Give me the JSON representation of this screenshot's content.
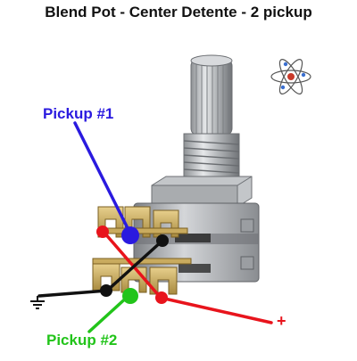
{
  "title": "Blend Pot - Center Detente - 2 pickup",
  "labels": {
    "pickup1": "Pickup #1",
    "pickup2": "Pickup #2",
    "positive": "+"
  },
  "colors": {
    "pickup1": "#2a1adf",
    "pickup2": "#22c41a",
    "hot": "#e8141c",
    "ground": "#111111",
    "metal": "#b9bcbf",
    "lug": "#c8a55a"
  },
  "icons": {
    "logo": "atom-logo-icon",
    "ground": "ground-symbol-icon"
  }
}
